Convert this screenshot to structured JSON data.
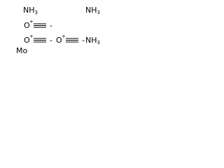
{
  "molecule": {
    "ammonia_ligands": [
      {
        "main": "NH",
        "sub": "3"
      },
      {
        "main": "NH",
        "sub": "3"
      },
      {
        "main": "NH",
        "sub": "3"
      }
    ],
    "carbonyl_ligands": [
      {
        "oxygen": "O",
        "charge_plus": "+",
        "charge_minus": "-"
      },
      {
        "oxygen": "O",
        "charge_plus": "+",
        "charge_minus": "-"
      },
      {
        "oxygen": "O",
        "charge_plus": "+",
        "charge_minus": "-"
      }
    ],
    "metal": "Mo"
  }
}
